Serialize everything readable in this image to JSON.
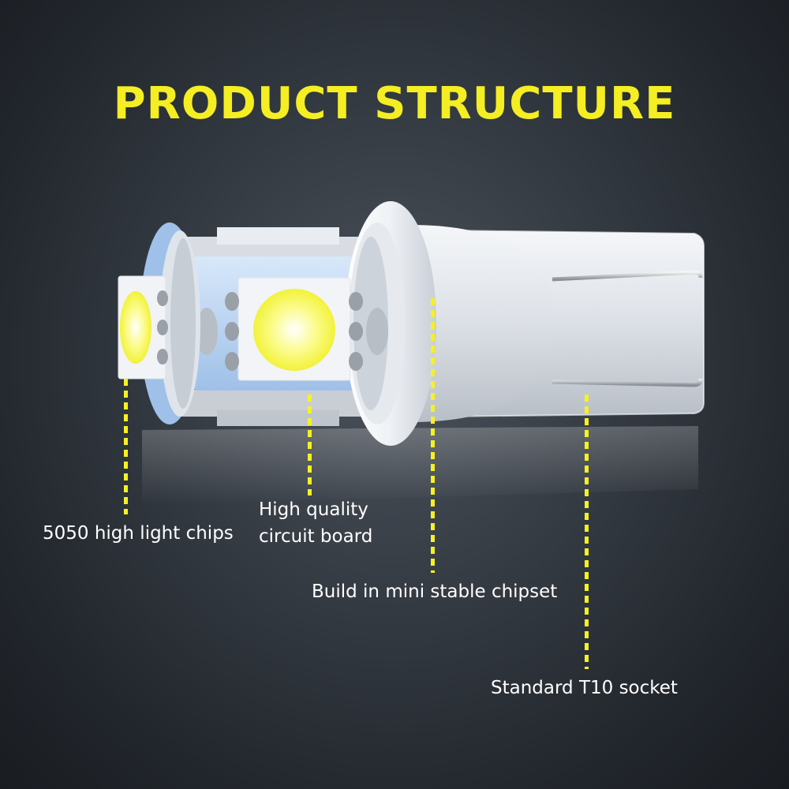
{
  "title": "PRODUCT STRUCTURE",
  "colors": {
    "title": "#f4ee23",
    "callout_line": "#f6f123",
    "label_text": "#ffffff",
    "background": "#2a2f36"
  },
  "callouts": {
    "chips": "5050 high light chips",
    "board_line1": "High quality",
    "board_line2": "circuit board",
    "chipset": "Build in mini stable chipset",
    "socket": "Standard T10 socket"
  }
}
